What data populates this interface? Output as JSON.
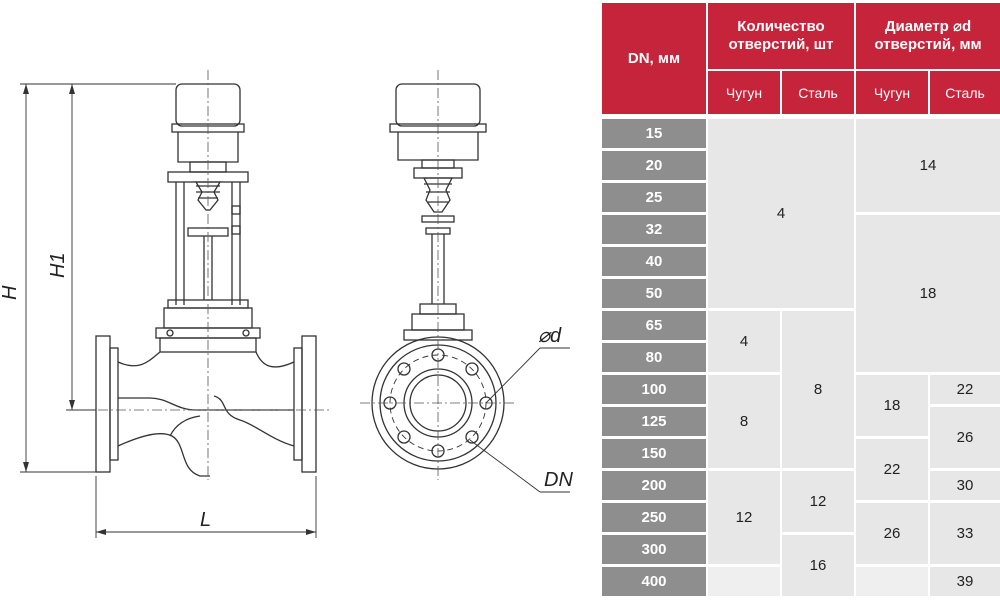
{
  "labels": {
    "H": "H",
    "H1": "H1",
    "L": "L",
    "d": "⌀d",
    "DN": "DN"
  },
  "table": {
    "header": {
      "dn": "DN, мм",
      "holes_count": "Количество отверстий, шт",
      "hole_diameter": "Диаметр ⌀d отверстий, мм",
      "cast_iron": "Чугун",
      "steel": "Сталь"
    },
    "dn_values": [
      "15",
      "20",
      "25",
      "32",
      "40",
      "50",
      "65",
      "80",
      "100",
      "125",
      "150",
      "200",
      "250",
      "300",
      "400"
    ],
    "holes_count": {
      "all_15_50": "4",
      "cast_iron_65_80": "4",
      "cast_iron_100_150": "8",
      "cast_iron_200_300": "12",
      "steel_65_150": "8",
      "steel_200_250": "12",
      "steel_300_400": "16"
    },
    "hole_diameter": {
      "all_15_25": "14",
      "all_32_80": "18",
      "cast_iron_100_125": "18",
      "cast_iron_150_200": "22",
      "cast_iron_250_300": "26",
      "steel_100": "22",
      "steel_125_150": "26",
      "steel_200": "30",
      "steel_250_300": "33",
      "steel_400": "39"
    }
  },
  "colors": {
    "header_red": "#c5243a",
    "dn_grey": "#8e8e8e",
    "cell_grey": "#e7e7e7"
  }
}
